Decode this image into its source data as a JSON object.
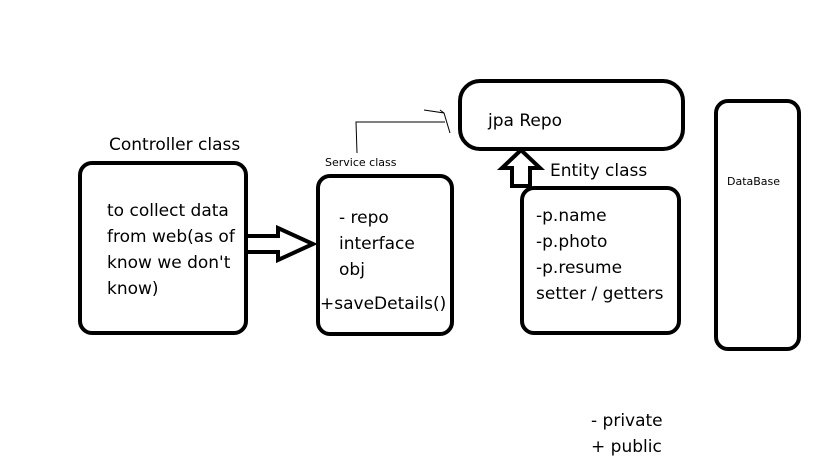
{
  "controller": {
    "title": "Controller class",
    "lines": [
      "to collect data",
      "from web(as of",
      "know we don't",
      "know)"
    ]
  },
  "service": {
    "title": "Service class",
    "fields": [
      "- repo",
      "interface",
      "obj"
    ],
    "method": "+saveDetails()"
  },
  "jpa_repo": {
    "label": "jpa Repo"
  },
  "entity": {
    "title": "Entity class",
    "lines": [
      "-p.name",
      "-p.photo",
      "-p.resume",
      "setter / getters"
    ]
  },
  "database": {
    "label": "DataBase"
  },
  "legend": {
    "private": "- private",
    "public": "+ public"
  }
}
